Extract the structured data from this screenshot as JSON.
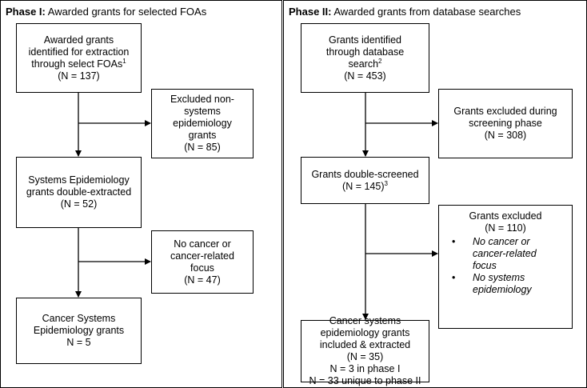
{
  "phase1": {
    "title_bold": "Phase I:",
    "title_rest": " Awarded grants for selected FOAs",
    "box1": {
      "lines": [
        "Awarded grants",
        "identified for extraction",
        "through select FOAs"
      ],
      "sup": "1",
      "n": "(N = 137)"
    },
    "excl1": {
      "lines": [
        "Excluded non-",
        "systems",
        "epidemiology",
        "grants"
      ],
      "n": "(N = 85)"
    },
    "box2": {
      "lines": [
        "Systems Epidemiology",
        "grants double-extracted"
      ],
      "n": "(N = 52)"
    },
    "excl2": {
      "lines": [
        "No cancer or",
        "cancer-related",
        "focus"
      ],
      "n": "(N = 47)"
    },
    "box3": {
      "lines": [
        "Cancer Systems",
        "Epidemiology grants"
      ],
      "n": "N = 5"
    }
  },
  "phase2": {
    "title_bold": "Phase II:",
    "title_rest": " Awarded grants from database searches",
    "box1": {
      "lines": [
        "Grants identified",
        "through database",
        "search"
      ],
      "sup": "2",
      "n": "(N = 453)"
    },
    "excl1": {
      "lines": [
        "Grants excluded during",
        "screening phase"
      ],
      "n": "(N = 308)"
    },
    "box2": {
      "line": "Grants double-screened",
      "n": "(N = 145)",
      "sup": "3"
    },
    "excl2": {
      "title": "Grants excluded",
      "n": "(N = 110)",
      "reasons": [
        "No cancer or",
        "cancer-related",
        "focus",
        "No systems",
        "epidemiology"
      ]
    },
    "box3": {
      "lines": [
        "Cancer systems",
        "epidemiology grants",
        "included & extracted",
        "(N = 35)",
        "N = 3 in phase I",
        "N = 33 unique to phase II"
      ]
    }
  }
}
